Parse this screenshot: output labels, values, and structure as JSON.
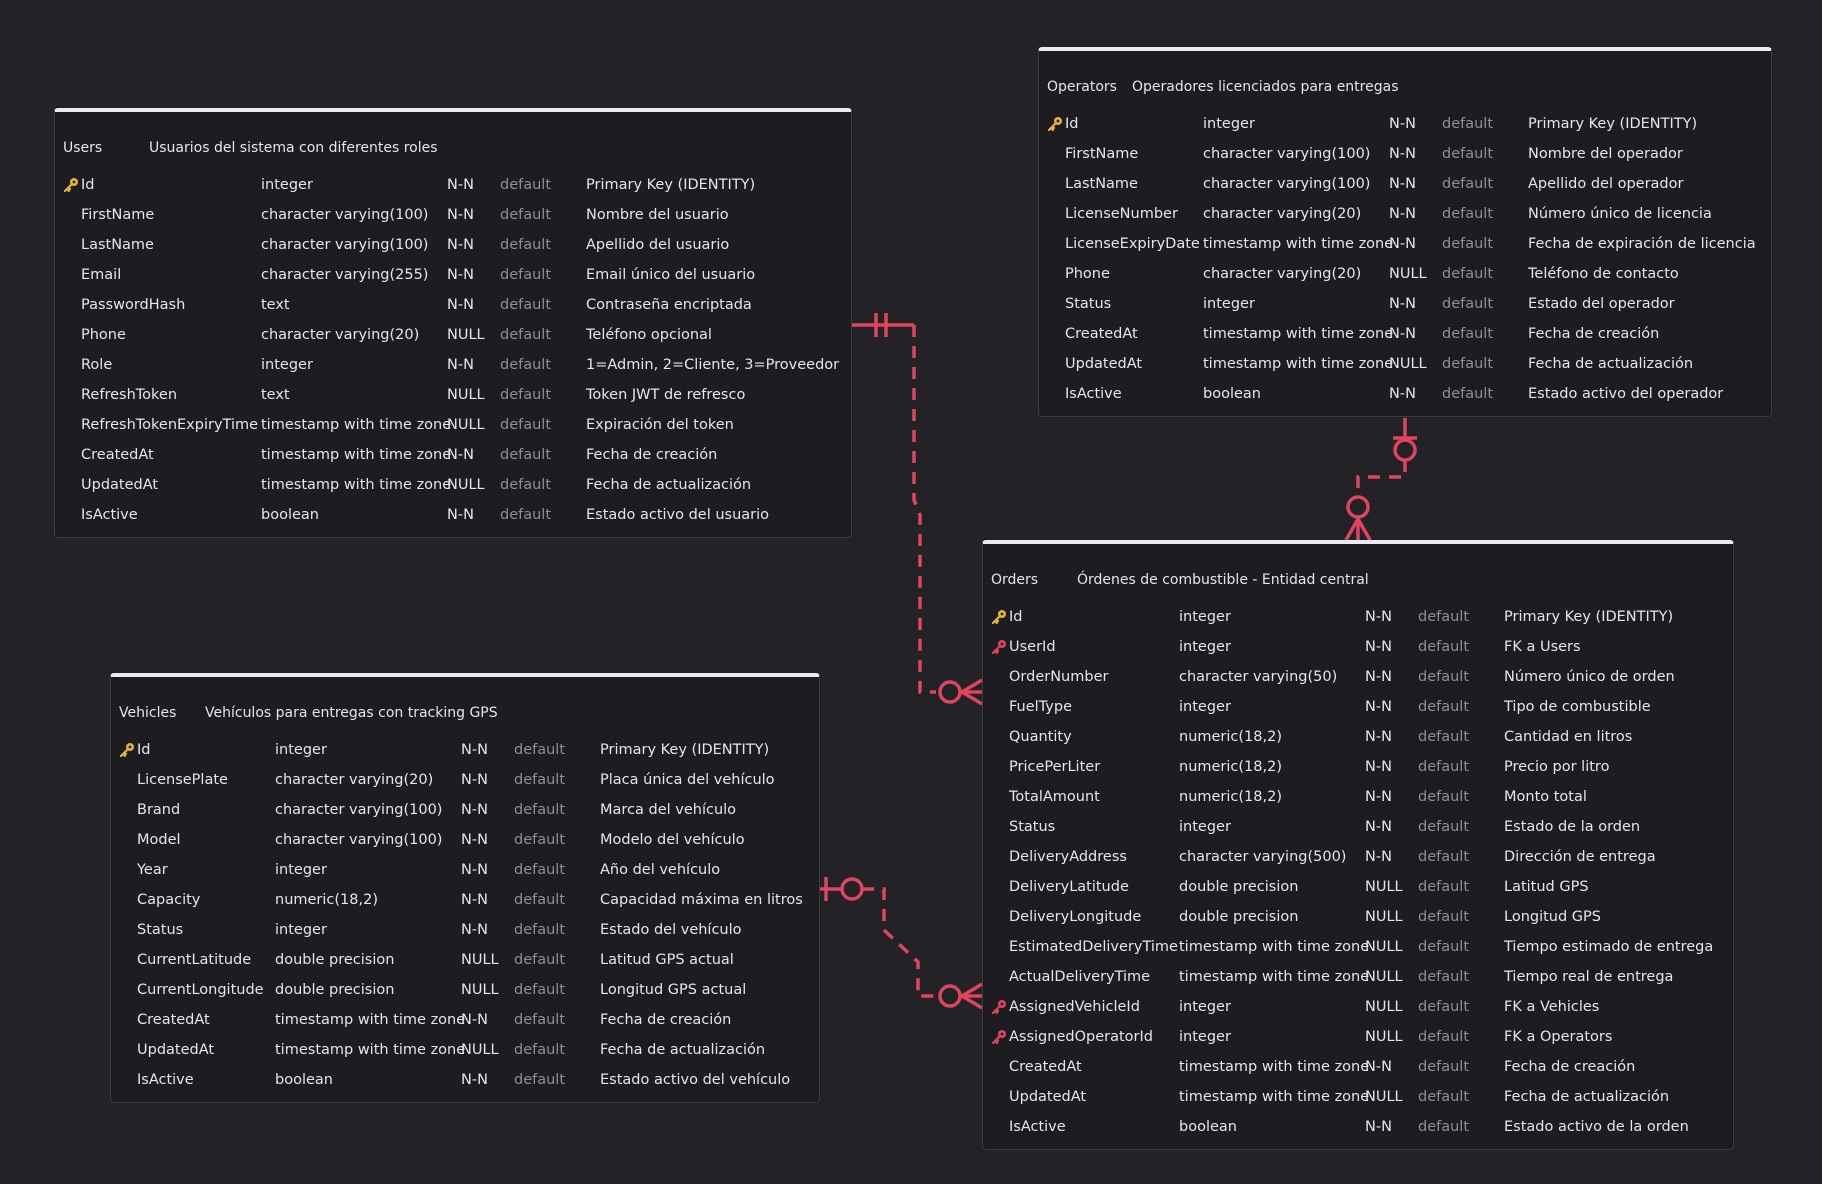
{
  "colors": {
    "background": "#232327",
    "table_header_bar": "#e9ebf2",
    "relation": "#e0445f",
    "pk_key": "#e8b23a",
    "fk_key": "#e0445f"
  },
  "tables": {
    "users": {
      "name": "Users",
      "description": "Usuarios del sistema con diferentes roles",
      "columns": [
        {
          "key": "pk",
          "name": "Id",
          "type": "integer",
          "null": "N-N",
          "default": "default",
          "comment": "Primary Key (IDENTITY)"
        },
        {
          "key": "",
          "name": "FirstName",
          "type": "character varying(100)",
          "null": "N-N",
          "default": "default",
          "comment": "Nombre del usuario"
        },
        {
          "key": "",
          "name": "LastName",
          "type": "character varying(100)",
          "null": "N-N",
          "default": "default",
          "comment": "Apellido del usuario"
        },
        {
          "key": "",
          "name": "Email",
          "type": "character varying(255)",
          "null": "N-N",
          "default": "default",
          "comment": "Email único del usuario"
        },
        {
          "key": "",
          "name": "PasswordHash",
          "type": "text",
          "null": "N-N",
          "default": "default",
          "comment": "Contraseña encriptada"
        },
        {
          "key": "",
          "name": "Phone",
          "type": "character varying(20)",
          "null": "NULL",
          "default": "default",
          "comment": "Teléfono opcional"
        },
        {
          "key": "",
          "name": "Role",
          "type": "integer",
          "null": "N-N",
          "default": "default",
          "comment": "1=Admin, 2=Cliente, 3=Proveedor"
        },
        {
          "key": "",
          "name": "RefreshToken",
          "type": "text",
          "null": "NULL",
          "default": "default",
          "comment": "Token JWT de refresco"
        },
        {
          "key": "",
          "name": "RefreshTokenExpiryTime",
          "type": "timestamp with time zone",
          "null": "NULL",
          "default": "default",
          "comment": "Expiración del token"
        },
        {
          "key": "",
          "name": "CreatedAt",
          "type": "timestamp with time zone",
          "null": "N-N",
          "default": "default",
          "comment": "Fecha de creación"
        },
        {
          "key": "",
          "name": "UpdatedAt",
          "type": "timestamp with time zone",
          "null": "NULL",
          "default": "default",
          "comment": "Fecha de actualización"
        },
        {
          "key": "",
          "name": "IsActive",
          "type": "boolean",
          "null": "N-N",
          "default": "default",
          "comment": "Estado activo del usuario"
        }
      ]
    },
    "operators": {
      "name": "Operators",
      "description": "Operadores licenciados para entregas",
      "columns": [
        {
          "key": "pk",
          "name": "Id",
          "type": "integer",
          "null": "N-N",
          "default": "default",
          "comment": "Primary Key (IDENTITY)"
        },
        {
          "key": "",
          "name": "FirstName",
          "type": "character varying(100)",
          "null": "N-N",
          "default": "default",
          "comment": "Nombre del operador"
        },
        {
          "key": "",
          "name": "LastName",
          "type": "character varying(100)",
          "null": "N-N",
          "default": "default",
          "comment": "Apellido del operador"
        },
        {
          "key": "",
          "name": "LicenseNumber",
          "type": "character varying(20)",
          "null": "N-N",
          "default": "default",
          "comment": "Número único de licencia"
        },
        {
          "key": "",
          "name": "LicenseExpiryDate",
          "type": "timestamp with time zone",
          "null": "N-N",
          "default": "default",
          "comment": "Fecha de expiración de licencia"
        },
        {
          "key": "",
          "name": "Phone",
          "type": "character varying(20)",
          "null": "NULL",
          "default": "default",
          "comment": "Teléfono de contacto"
        },
        {
          "key": "",
          "name": "Status",
          "type": "integer",
          "null": "N-N",
          "default": "default",
          "comment": "Estado del operador"
        },
        {
          "key": "",
          "name": "CreatedAt",
          "type": "timestamp with time zone",
          "null": "N-N",
          "default": "default",
          "comment": "Fecha de creación"
        },
        {
          "key": "",
          "name": "UpdatedAt",
          "type": "timestamp with time zone",
          "null": "NULL",
          "default": "default",
          "comment": "Fecha de actualización"
        },
        {
          "key": "",
          "name": "IsActive",
          "type": "boolean",
          "null": "N-N",
          "default": "default",
          "comment": "Estado activo del operador"
        }
      ]
    },
    "vehicles": {
      "name": "Vehicles",
      "description": "Vehículos para entregas con tracking GPS",
      "columns": [
        {
          "key": "pk",
          "name": "Id",
          "type": "integer",
          "null": "N-N",
          "default": "default",
          "comment": "Primary Key (IDENTITY)"
        },
        {
          "key": "",
          "name": "LicensePlate",
          "type": "character varying(20)",
          "null": "N-N",
          "default": "default",
          "comment": "Placa única del vehículo"
        },
        {
          "key": "",
          "name": "Brand",
          "type": "character varying(100)",
          "null": "N-N",
          "default": "default",
          "comment": "Marca del vehículo"
        },
        {
          "key": "",
          "name": "Model",
          "type": "character varying(100)",
          "null": "N-N",
          "default": "default",
          "comment": "Modelo del vehículo"
        },
        {
          "key": "",
          "name": "Year",
          "type": "integer",
          "null": "N-N",
          "default": "default",
          "comment": "Año del vehículo"
        },
        {
          "key": "",
          "name": "Capacity",
          "type": "numeric(18,2)",
          "null": "N-N",
          "default": "default",
          "comment": "Capacidad máxima en litros"
        },
        {
          "key": "",
          "name": "Status",
          "type": "integer",
          "null": "N-N",
          "default": "default",
          "comment": "Estado del vehículo"
        },
        {
          "key": "",
          "name": "CurrentLatitude",
          "type": "double precision",
          "null": "NULL",
          "default": "default",
          "comment": "Latitud GPS actual"
        },
        {
          "key": "",
          "name": "CurrentLongitude",
          "type": "double precision",
          "null": "NULL",
          "default": "default",
          "comment": "Longitud GPS actual"
        },
        {
          "key": "",
          "name": "CreatedAt",
          "type": "timestamp with time zone",
          "null": "N-N",
          "default": "default",
          "comment": "Fecha de creación"
        },
        {
          "key": "",
          "name": "UpdatedAt",
          "type": "timestamp with time zone",
          "null": "NULL",
          "default": "default",
          "comment": "Fecha de actualización"
        },
        {
          "key": "",
          "name": "IsActive",
          "type": "boolean",
          "null": "N-N",
          "default": "default",
          "comment": "Estado activo del vehículo"
        }
      ]
    },
    "orders": {
      "name": "Orders",
      "description": "Órdenes de combustible - Entidad central",
      "columns": [
        {
          "key": "pk",
          "name": "Id",
          "type": "integer",
          "null": "N-N",
          "default": "default",
          "comment": "Primary Key (IDENTITY)"
        },
        {
          "key": "fk",
          "name": "UserId",
          "type": "integer",
          "null": "N-N",
          "default": "default",
          "comment": "FK a Users"
        },
        {
          "key": "",
          "name": "OrderNumber",
          "type": "character varying(50)",
          "null": "N-N",
          "default": "default",
          "comment": "Número único de orden"
        },
        {
          "key": "",
          "name": "FuelType",
          "type": "integer",
          "null": "N-N",
          "default": "default",
          "comment": "Tipo de combustible"
        },
        {
          "key": "",
          "name": "Quantity",
          "type": "numeric(18,2)",
          "null": "N-N",
          "default": "default",
          "comment": "Cantidad en litros"
        },
        {
          "key": "",
          "name": "PricePerLiter",
          "type": "numeric(18,2)",
          "null": "N-N",
          "default": "default",
          "comment": "Precio por litro"
        },
        {
          "key": "",
          "name": "TotalAmount",
          "type": "numeric(18,2)",
          "null": "N-N",
          "default": "default",
          "comment": "Monto total"
        },
        {
          "key": "",
          "name": "Status",
          "type": "integer",
          "null": "N-N",
          "default": "default",
          "comment": "Estado de la orden"
        },
        {
          "key": "",
          "name": "DeliveryAddress",
          "type": "character varying(500)",
          "null": "N-N",
          "default": "default",
          "comment": "Dirección de entrega"
        },
        {
          "key": "",
          "name": "DeliveryLatitude",
          "type": "double precision",
          "null": "NULL",
          "default": "default",
          "comment": "Latitud GPS"
        },
        {
          "key": "",
          "name": "DeliveryLongitude",
          "type": "double precision",
          "null": "NULL",
          "default": "default",
          "comment": "Longitud GPS"
        },
        {
          "key": "",
          "name": "EstimatedDeliveryTime",
          "type": "timestamp with time zone",
          "null": "NULL",
          "default": "default",
          "comment": "Tiempo estimado de entrega"
        },
        {
          "key": "",
          "name": "ActualDeliveryTime",
          "type": "timestamp with time zone",
          "null": "NULL",
          "default": "default",
          "comment": "Tiempo real de entrega"
        },
        {
          "key": "fk",
          "name": "AssignedVehicleId",
          "type": "integer",
          "null": "NULL",
          "default": "default",
          "comment": "FK a Vehicles"
        },
        {
          "key": "fk",
          "name": "AssignedOperatorId",
          "type": "integer",
          "null": "NULL",
          "default": "default",
          "comment": "FK a Operators"
        },
        {
          "key": "",
          "name": "CreatedAt",
          "type": "timestamp with time zone",
          "null": "N-N",
          "default": "default",
          "comment": "Fecha de creación"
        },
        {
          "key": "",
          "name": "UpdatedAt",
          "type": "timestamp with time zone",
          "null": "NULL",
          "default": "default",
          "comment": "Fecha de actualización"
        },
        {
          "key": "",
          "name": "IsActive",
          "type": "boolean",
          "null": "N-N",
          "default": "default",
          "comment": "Estado activo de la orden"
        }
      ]
    }
  }
}
